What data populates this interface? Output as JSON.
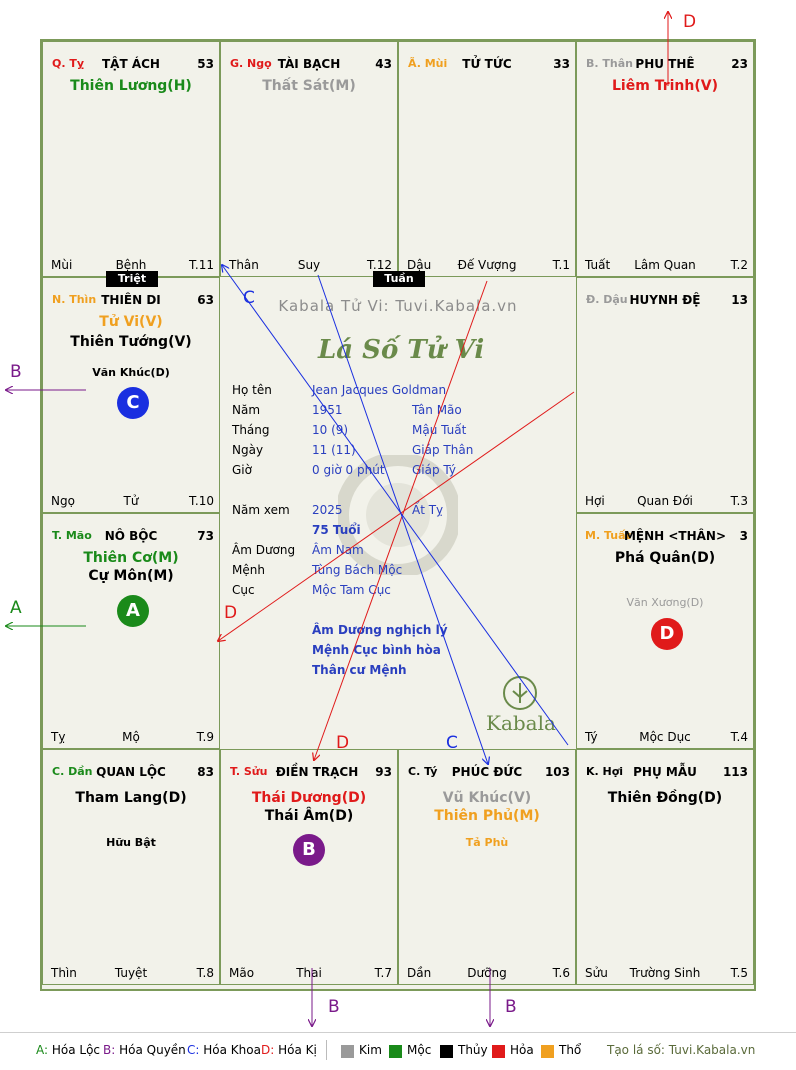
{
  "colors": {
    "green": "#1a8a1a",
    "purple": "#7a1a8a",
    "blue": "#1a2fe0",
    "red": "#e01a1a",
    "orange": "#f0a020",
    "gray": "#9a9a9a",
    "black": "#000000",
    "grid": "#7c9a5a"
  },
  "cells": {
    "ty": {
      "stem": "Q. Tỵ",
      "palace": "TẬT ÁCH",
      "age": "53",
      "star1": "Thiên Lương(H)",
      "bl": "Mùi",
      "bc": "Bệnh",
      "br": "T.11"
    },
    "ngo": {
      "stem": "G. Ngọ",
      "palace": "TÀI BẠCH",
      "age": "43",
      "star1": "Thất Sát(M)",
      "bl": "Thân",
      "bc": "Suy",
      "br": "T.12"
    },
    "mui": {
      "stem": "Ã. Mùi",
      "palace": "TỬ TỨC",
      "age": "33",
      "bl": "Dậu",
      "bc": "Đế Vượng",
      "br": "T.1"
    },
    "than": {
      "stem": "B. Thân",
      "palace": "PHU THÊ",
      "age": "23",
      "star1": "Liêm Trinh(V)",
      "bl": "Tuất",
      "bc": "Lâm Quan",
      "br": "T.2"
    },
    "thin": {
      "stem": "N. Thìn",
      "palace": "THIÊN DI",
      "age": "63",
      "star1": "Tử Vi(V)",
      "star2": "Thiên Tướng(V)",
      "minor": "Văn Khúc(D)",
      "badge": "C",
      "bl": "Ngọ",
      "bc": "Tử",
      "br": "T.10"
    },
    "dau": {
      "stem": "Đ. Dậu",
      "palace": "HUYNH ĐỆ",
      "age": "13",
      "bl": "Hợi",
      "bc": "Quan Đới",
      "br": "T.3"
    },
    "mao": {
      "stem": "T. Mão",
      "palace": "NÔ BỘC",
      "age": "73",
      "star1": "Thiên Cơ(M)",
      "star2": "Cự Môn(M)",
      "badge": "A",
      "bl": "Tỵ",
      "bc": "Mộ",
      "br": "T.9"
    },
    "tuat": {
      "stem": "M. Tuất",
      "palace": "MỆNH <THÂN>",
      "age": "3",
      "star1": "Phá Quân(D)",
      "minor": "Văn Xương(D)",
      "badge": "D",
      "bl": "Tý",
      "bc": "Mộc Dục",
      "br": "T.4"
    },
    "dan": {
      "stem": "C. Dần",
      "palace": "QUAN LỘC",
      "age": "83",
      "star1": "Tham Lang(D)",
      "minor": "Hữu Bật",
      "bl": "Thìn",
      "bc": "Tuyệt",
      "br": "T.8"
    },
    "suu": {
      "stem": "T. Sửu",
      "palace": "ĐIỀN TRẠCH",
      "age": "93",
      "star1": "Thái Dương(D)",
      "star2": "Thái Âm(D)",
      "badge": "B",
      "bl": "Mão",
      "bc": "Thai",
      "br": "T.7"
    },
    "tyy": {
      "stem": "C. Tý",
      "palace": "PHÚC ĐỨC",
      "age": "103",
      "star1": "Vũ Khúc(V)",
      "star2": "Thiên Phủ(M)",
      "minor": "Tả Phù",
      "bl": "Dần",
      "bc": "Dưỡng",
      "br": "T.6"
    },
    "hoi": {
      "stem": "K. Hợi",
      "palace": "PHỤ MẪU",
      "age": "113",
      "star1": "Thiên Đồng(D)",
      "bl": "Sửu",
      "bc": "Trường Sinh",
      "br": "T.5"
    }
  },
  "tags": {
    "triet": "Triệt",
    "tuan": "Tuần"
  },
  "center": {
    "watermark": "Kabala Tử Vi: Tuvi.Kabala.vn",
    "brand": "Lá Số Tử Vi",
    "logo_text": "Kabala",
    "rows": [
      {
        "label": "Họ tên",
        "value": "Jean Jacques Goldman",
        "extra": ""
      },
      {
        "label": "Năm",
        "value": "1951",
        "extra": "Tân Mão"
      },
      {
        "label": "Tháng",
        "value": "10 (9)",
        "extra": "Mậu Tuất"
      },
      {
        "label": "Ngày",
        "value": "11  (11)",
        "extra": "Giáp Thân"
      },
      {
        "label": "Giờ",
        "value": "0 giờ 0 phút",
        "extra": "Giáp Tý"
      }
    ],
    "rows2": [
      {
        "label": "Năm xem",
        "value": "2025",
        "extra": "Ất Tỵ"
      },
      {
        "label": "",
        "value": "75 Tuổi",
        "extra": ""
      },
      {
        "label": "Âm Dương",
        "value": "Âm Nam",
        "extra": ""
      },
      {
        "label": "Mệnh",
        "value": "Tùng Bách Mộc",
        "extra": ""
      },
      {
        "label": "Cục",
        "value": "Mộc Tam Cục",
        "extra": ""
      }
    ],
    "notes": [
      "Âm Dương nghịch lý",
      "Mệnh Cục bình hòa",
      "Thân cư Mệnh"
    ]
  },
  "arrows": {
    "d_top": "D",
    "b_left": "B",
    "a_left": "A",
    "b_bottom1": "B",
    "b_bottom2": "B",
    "c_line": "C",
    "c_end": "C",
    "d_left_end": "D",
    "d_bottom_end": "D"
  },
  "legend": {
    "hoa": [
      {
        "key": "A:",
        "text": "Hóa Lộc",
        "color": "#1a8a1a"
      },
      {
        "key": "B:",
        "text": "Hóa Quyền",
        "color": "#7a1a8a"
      },
      {
        "key": "C:",
        "text": "Hóa Khoa",
        "color": "#1a2fe0"
      },
      {
        "key": "D:",
        "text": "Hóa Kị",
        "color": "#e01a1a"
      }
    ],
    "elements": [
      {
        "text": "Kim",
        "color": "#9a9a9a"
      },
      {
        "text": "Mộc",
        "color": "#1a8a1a"
      },
      {
        "text": "Thủy",
        "color": "#000000"
      },
      {
        "text": "Hỏa",
        "color": "#e01a1a"
      },
      {
        "text": "Thổ",
        "color": "#f0a020"
      }
    ],
    "site": "Tạo lá số: Tuvi.Kabala.vn"
  }
}
